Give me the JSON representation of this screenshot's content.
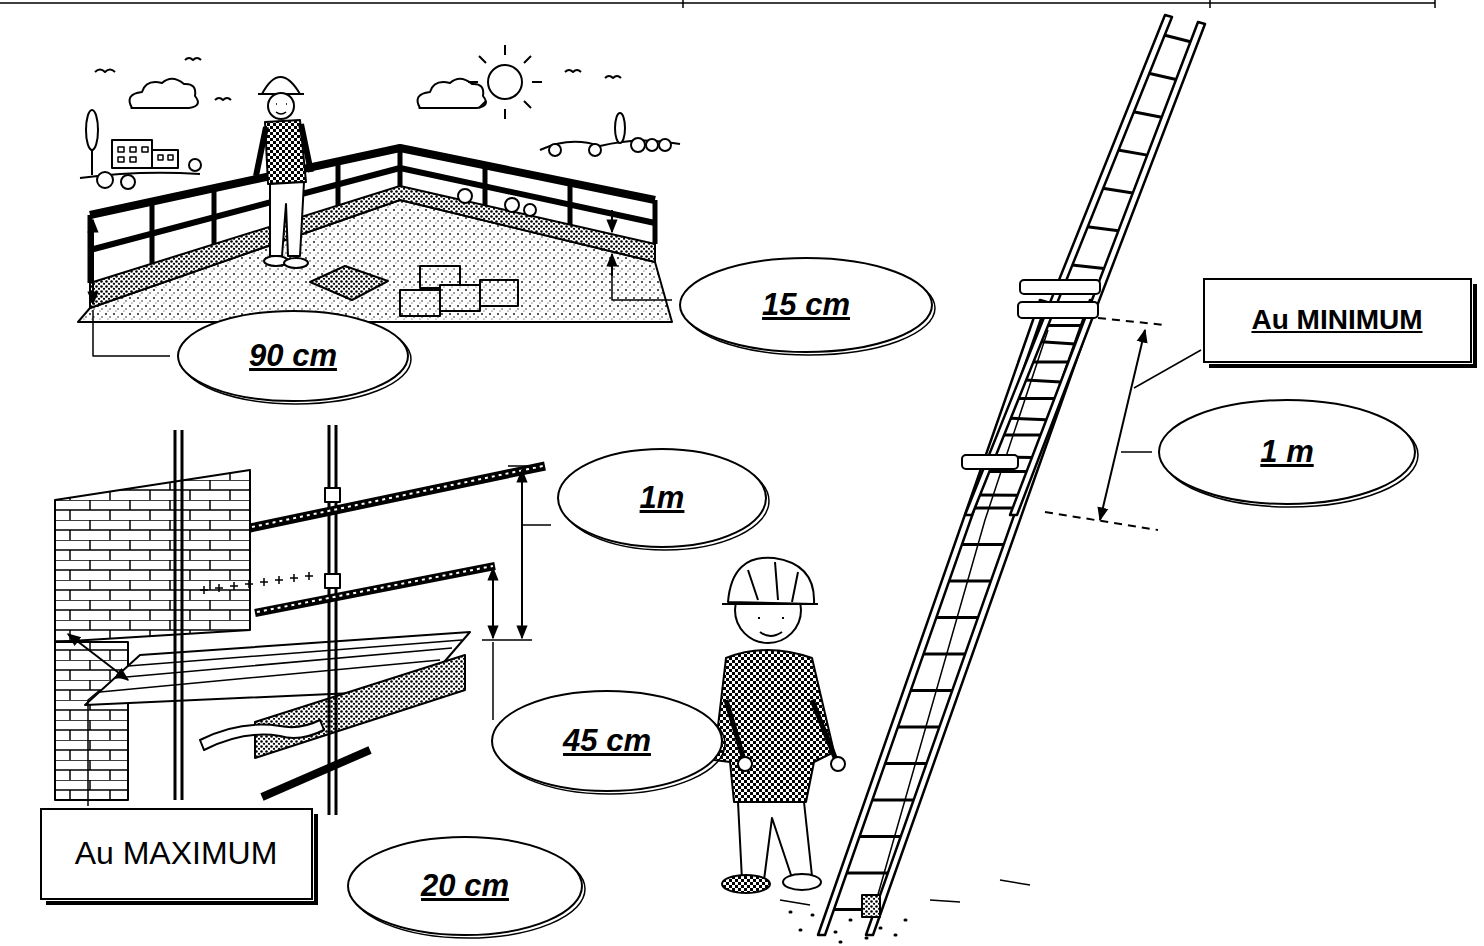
{
  "diagram": {
    "nodes": [
      {
        "text": [
          "15 cm"
        ]
      },
      {
        "text": [
          "Au MINIMUM"
        ]
      },
      {
        "text": [
          "90 cm"
        ]
      },
      {
        "text": [
          "1 m"
        ]
      },
      {
        "text": [
          "1m"
        ]
      },
      {
        "text": [
          "45 cm"
        ]
      },
      {
        "text": [
          "Au MAXIMUM"
        ]
      },
      {
        "text": [
          "20 cm"
        ]
      }
    ]
  }
}
